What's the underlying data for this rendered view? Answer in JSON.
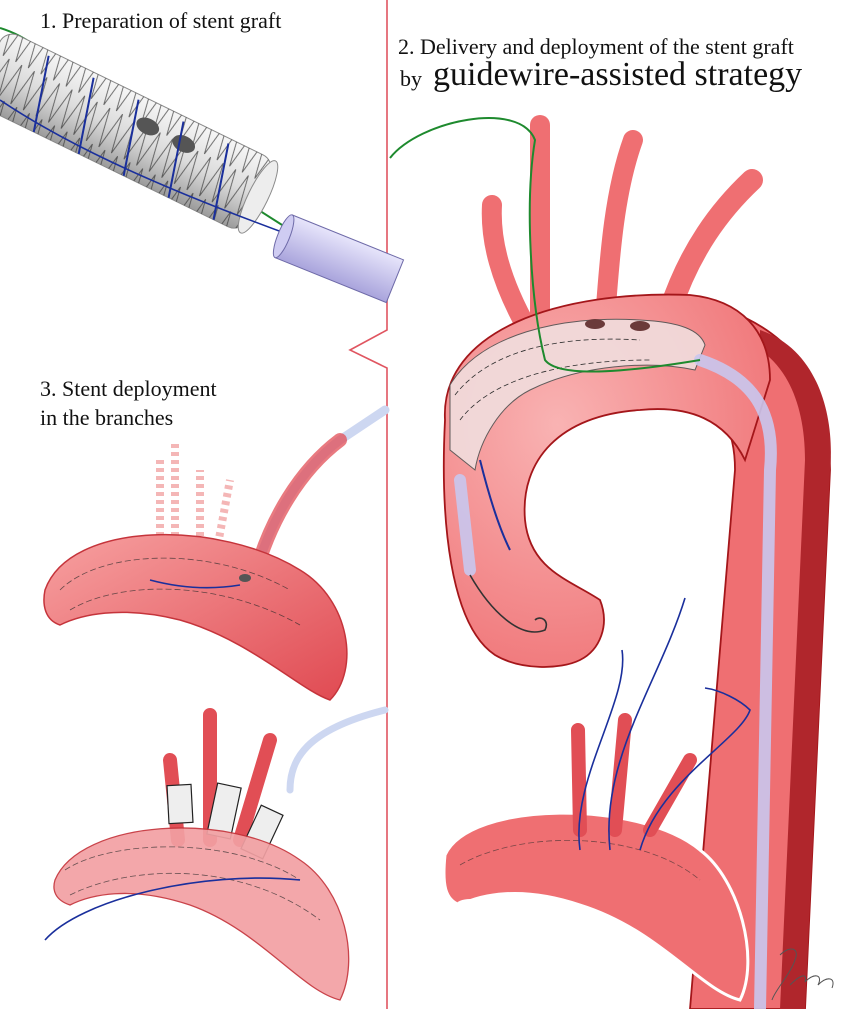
{
  "panels": {
    "step1": {
      "title": "1. Preparation of stent graft"
    },
    "step2": {
      "title_line1": "2. Delivery and deployment of the stent graft",
      "title_prefix": "by",
      "title_emphasis": "guidewire-assisted strategy"
    },
    "step3": {
      "title_line1": "3. Stent deployment",
      "title_line2": "in the branches"
    }
  },
  "colors": {
    "divider": "#e05560",
    "vessel": "#ef6f72",
    "vessel_light": "#f6a3a3",
    "vessel_dark": "#b0262c",
    "vessel_outline": "#a4161a",
    "guidewire_green": "#1e8a2e",
    "guidewire_blue": "#1a2f9c",
    "catheter": "#c9c6ee",
    "stent_strut": "#333333"
  },
  "signature_present": true
}
